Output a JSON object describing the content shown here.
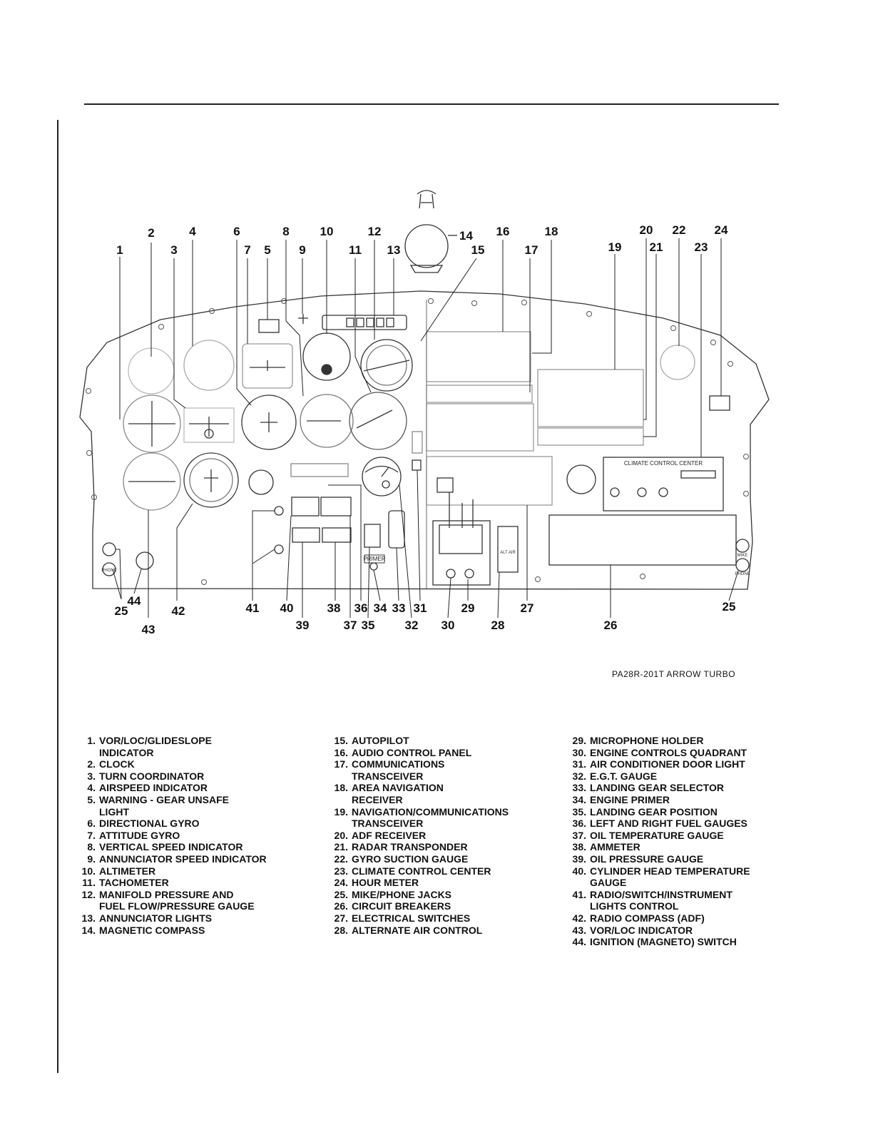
{
  "diagram": {
    "caption": "PA28R-201T ARROW  TURBO",
    "callouts": [
      "1",
      "2",
      "3",
      "4",
      "5",
      "6",
      "7",
      "8",
      "9",
      "10",
      "11",
      "12",
      "13",
      "14",
      "15",
      "16",
      "17",
      "18",
      "19",
      "20",
      "21",
      "22",
      "23",
      "24",
      "25",
      "25",
      "26",
      "27",
      "28",
      "29",
      "30",
      "31",
      "32",
      "33",
      "34",
      "35",
      "36",
      "37",
      "38",
      "39",
      "40",
      "41",
      "42",
      "43",
      "44"
    ],
    "panel_labels": {
      "climate_center": "CLIMATE  CONTROL  CENTER",
      "primer": "PRIMER",
      "alt_air": "ALT AIR",
      "mike": "MIKE",
      "phone": "PHONE"
    }
  },
  "legend": {
    "col1": [
      {
        "num": "1.",
        "text": "VOR/LOC/GLIDESLOPE\nINDICATOR"
      },
      {
        "num": "2.",
        "text": "CLOCK"
      },
      {
        "num": "3.",
        "text": "TURN COORDINATOR"
      },
      {
        "num": "4.",
        "text": "AIRSPEED INDICATOR"
      },
      {
        "num": "5.",
        "text": "WARNING - GEAR UNSAFE\nLIGHT"
      },
      {
        "num": "6.",
        "text": "DIRECTIONAL GYRO"
      },
      {
        "num": "7.",
        "text": "ATTITUDE GYRO"
      },
      {
        "num": "8.",
        "text": "VERTICAL SPEED INDICATOR"
      },
      {
        "num": "9.",
        "text": "ANNUNCIATOR SPEED INDICATOR"
      },
      {
        "num": "10.",
        "text": "ALTIMETER"
      },
      {
        "num": "11.",
        "text": "TACHOMETER"
      },
      {
        "num": "12.",
        "text": "MANIFOLD PRESSURE AND\nFUEL FLOW/PRESSURE GAUGE"
      },
      {
        "num": "13.",
        "text": "ANNUNCIATOR LIGHTS"
      },
      {
        "num": "14.",
        "text": "MAGNETIC COMPASS"
      }
    ],
    "col2": [
      {
        "num": "15.",
        "text": "AUTOPILOT"
      },
      {
        "num": "16.",
        "text": "AUDIO CONTROL PANEL"
      },
      {
        "num": "17.",
        "text": "COMMUNICATIONS\nTRANSCEIVER"
      },
      {
        "num": "18.",
        "text": "AREA NAVIGATION\nRECEIVER"
      },
      {
        "num": "19.",
        "text": "NAVIGATION/COMMUNICATIONS\nTRANSCEIVER"
      },
      {
        "num": "20.",
        "text": "ADF RECEIVER"
      },
      {
        "num": "21.",
        "text": "RADAR TRANSPONDER"
      },
      {
        "num": "22.",
        "text": "GYRO SUCTION GAUGE"
      },
      {
        "num": "23.",
        "text": "CLIMATE CONTROL CENTER"
      },
      {
        "num": "24.",
        "text": "HOUR METER"
      },
      {
        "num": "25.",
        "text": "MIKE/PHONE JACKS"
      },
      {
        "num": "26.",
        "text": "CIRCUIT BREAKERS"
      },
      {
        "num": "27.",
        "text": "ELECTRICAL SWITCHES"
      },
      {
        "num": "28.",
        "text": "ALTERNATE AIR CONTROL"
      }
    ],
    "col3": [
      {
        "num": "29.",
        "text": "MICROPHONE HOLDER"
      },
      {
        "num": "30.",
        "text": "ENGINE CONTROLS QUADRANT"
      },
      {
        "num": "31.",
        "text": "AIR CONDITIONER DOOR LIGHT"
      },
      {
        "num": "32.",
        "text": "E.G.T. GAUGE"
      },
      {
        "num": "33.",
        "text": "LANDING GEAR SELECTOR"
      },
      {
        "num": "34.",
        "text": "ENGINE PRIMER"
      },
      {
        "num": "35.",
        "text": "LANDING GEAR POSITION"
      },
      {
        "num": "36.",
        "text": "LEFT AND RIGHT FUEL GAUGES"
      },
      {
        "num": "37.",
        "text": "OIL TEMPERATURE GAUGE"
      },
      {
        "num": "38.",
        "text": "AMMETER"
      },
      {
        "num": "39.",
        "text": "OIL PRESSURE GAUGE"
      },
      {
        "num": "40.",
        "text": "CYLINDER HEAD TEMPERATURE\nGAUGE"
      },
      {
        "num": "41.",
        "text": "RADIO/SWITCH/INSTRUMENT\nLIGHTS CONTROL"
      },
      {
        "num": "42.",
        "text": "RADIO COMPASS (ADF)"
      },
      {
        "num": "43.",
        "text": "VOR/LOC INDICATOR"
      },
      {
        "num": "44.",
        "text": "IGNITION (MAGNETO) SWITCH"
      }
    ]
  }
}
